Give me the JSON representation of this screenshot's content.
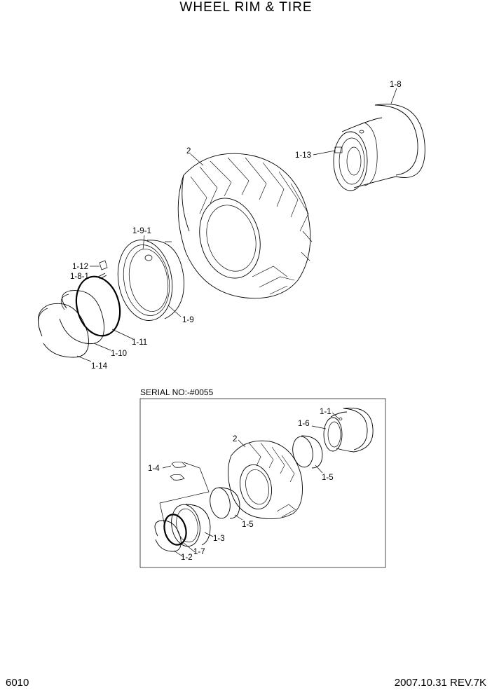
{
  "header": {
    "title": "WHEEL RIM & TIRE"
  },
  "footer": {
    "page_number": "6010",
    "revision": "2007.10.31  REV.7K"
  },
  "inset": {
    "serial_label": "SERIAL NO:-#0055"
  },
  "labels": {
    "rim_1_8": "1-8",
    "tire_top": "2",
    "valve_1_13": "1-13",
    "flange_1_9_1": "1-9-1",
    "lock_1_12": "1-12",
    "part_1_8_1": "1-8-1",
    "flange_1_9": "1-9",
    "oring_1_11": "1-11",
    "ring_1_10": "1-10",
    "ring_1_14": "1-14",
    "rim_1_1": "1-1",
    "valve_1_6": "1-6",
    "tire_inset": "2",
    "lock_1_4": "1-4",
    "ring_1_5_right": "1-5",
    "ring_1_5_left": "1-5",
    "flange_1_3": "1-3",
    "oring_1_7": "1-7",
    "ring_1_2": "1-2"
  }
}
